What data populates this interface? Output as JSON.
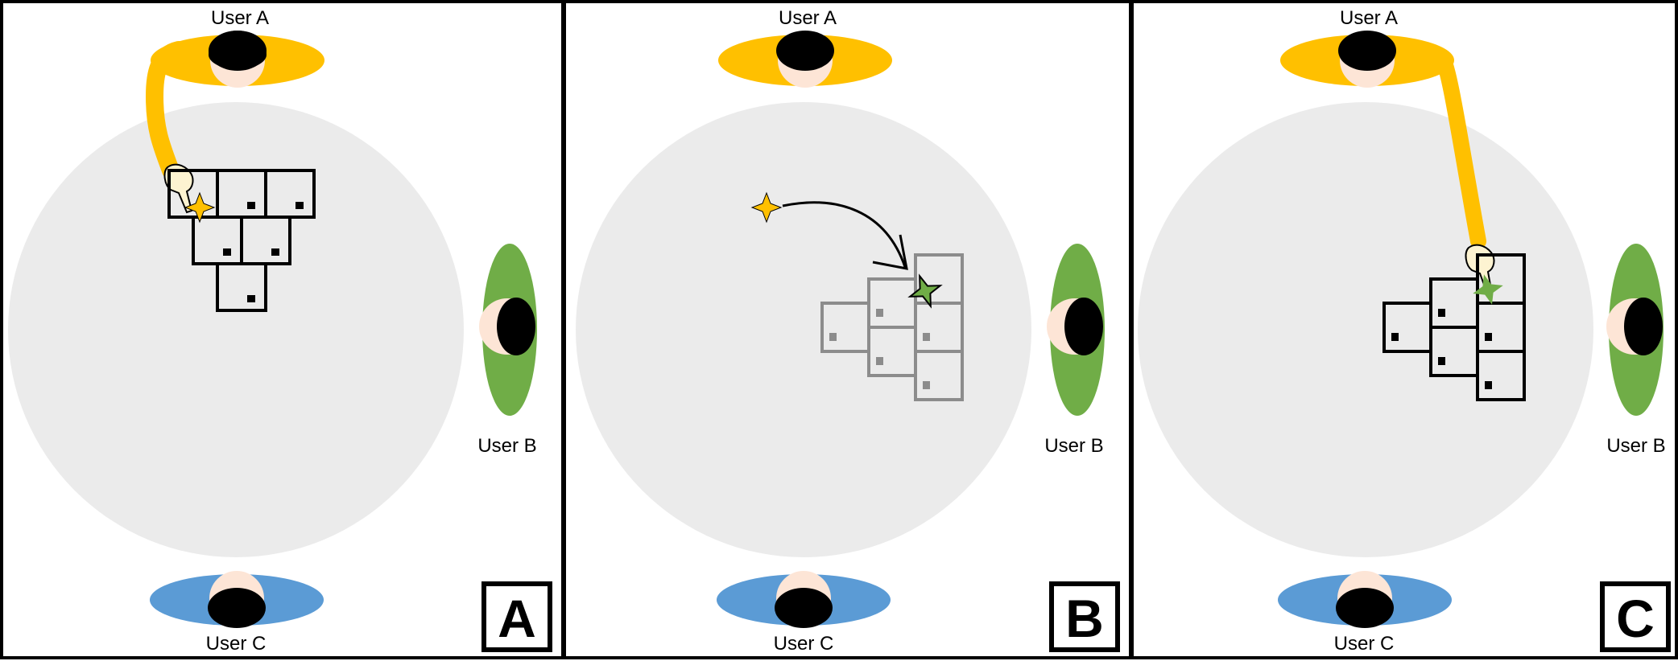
{
  "panels": [
    {
      "id": "A",
      "badge": "A",
      "users": {
        "a": "User A",
        "b": "User B",
        "c": "User C"
      },
      "state": "selecting"
    },
    {
      "id": "B",
      "badge": "B",
      "users": {
        "a": "User A",
        "b": "User B",
        "c": "User C"
      },
      "state": "rotating"
    },
    {
      "id": "C",
      "badge": "C",
      "users": {
        "a": "User A",
        "b": "User B",
        "c": "User C"
      },
      "state": "placed"
    }
  ],
  "colors": {
    "user_a": "#ffc000",
    "user_b": "#70ad47",
    "user_c": "#5b9bd5",
    "table": "#ebebeb",
    "skin": "#fde5d6",
    "grid_active": "#000000",
    "grid_inactive": "#8c8c8c",
    "hand": "#fdf3d1"
  },
  "icons": {
    "hand": "pointing-hand-icon",
    "star": "four-point-star-icon",
    "arrow": "curved-arrow-icon"
  }
}
